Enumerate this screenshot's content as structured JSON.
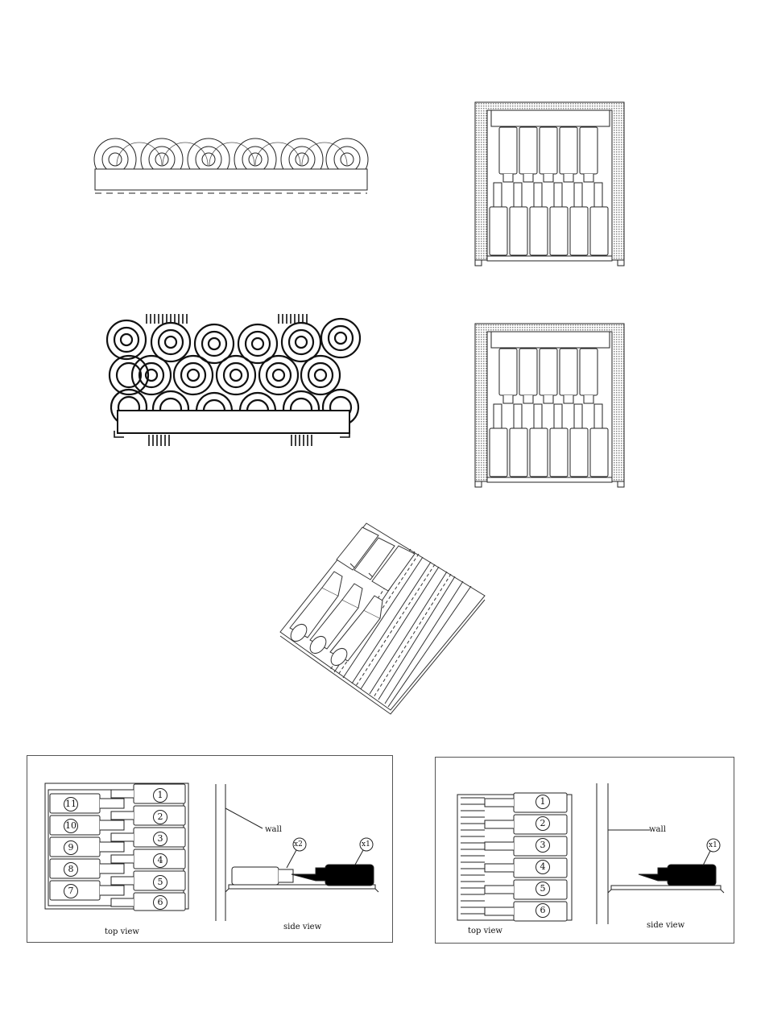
{
  "panel_left": {
    "top_view_caption": "top view",
    "side_view_caption": "side view",
    "wall_label": "wall",
    "callouts": [
      "x2",
      "x1"
    ],
    "bottle_numbers": [
      "1",
      "2",
      "3",
      "4",
      "5",
      "6",
      "7",
      "8",
      "9",
      "10",
      "11"
    ]
  },
  "panel_right": {
    "top_view_caption": "top view",
    "side_view_caption": "side view",
    "wall_label": "wall",
    "callouts": [
      "x1"
    ],
    "bottle_numbers": [
      "1",
      "2",
      "3",
      "4",
      "5",
      "6"
    ]
  }
}
